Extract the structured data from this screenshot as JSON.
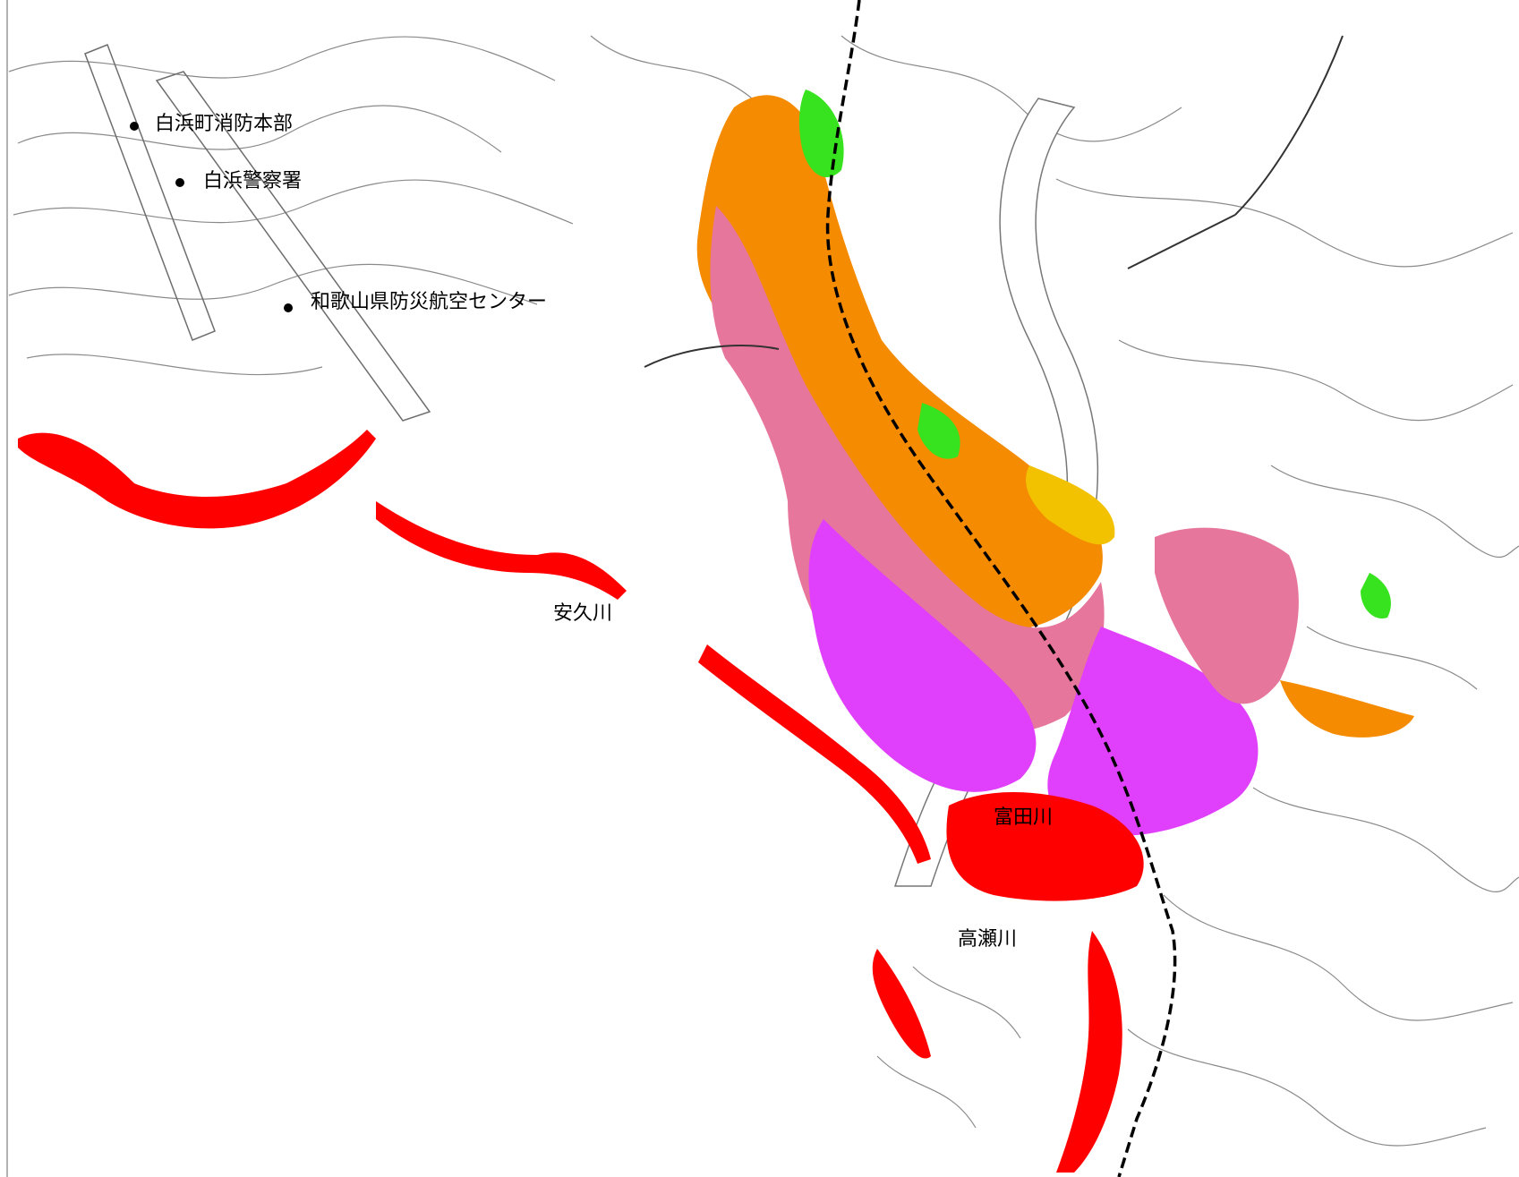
{
  "map": {
    "facilities": [
      {
        "name": "白浜町消防本部"
      },
      {
        "name": "白浜警察署"
      },
      {
        "name": "和歌山県防災航空センター"
      }
    ],
    "rivers": [
      {
        "name": "安久川"
      },
      {
        "name": "富田川"
      },
      {
        "name": "高瀬川"
      }
    ],
    "colors": {
      "depth_red": "#ff0000",
      "depth_magenta": "#e040fb",
      "depth_pink": "#e7769c",
      "depth_orange": "#f58b00",
      "depth_yellow": "#f2c200",
      "depth_green": "#37e21f",
      "base_line": "#808080",
      "railway": "#000000"
    }
  }
}
